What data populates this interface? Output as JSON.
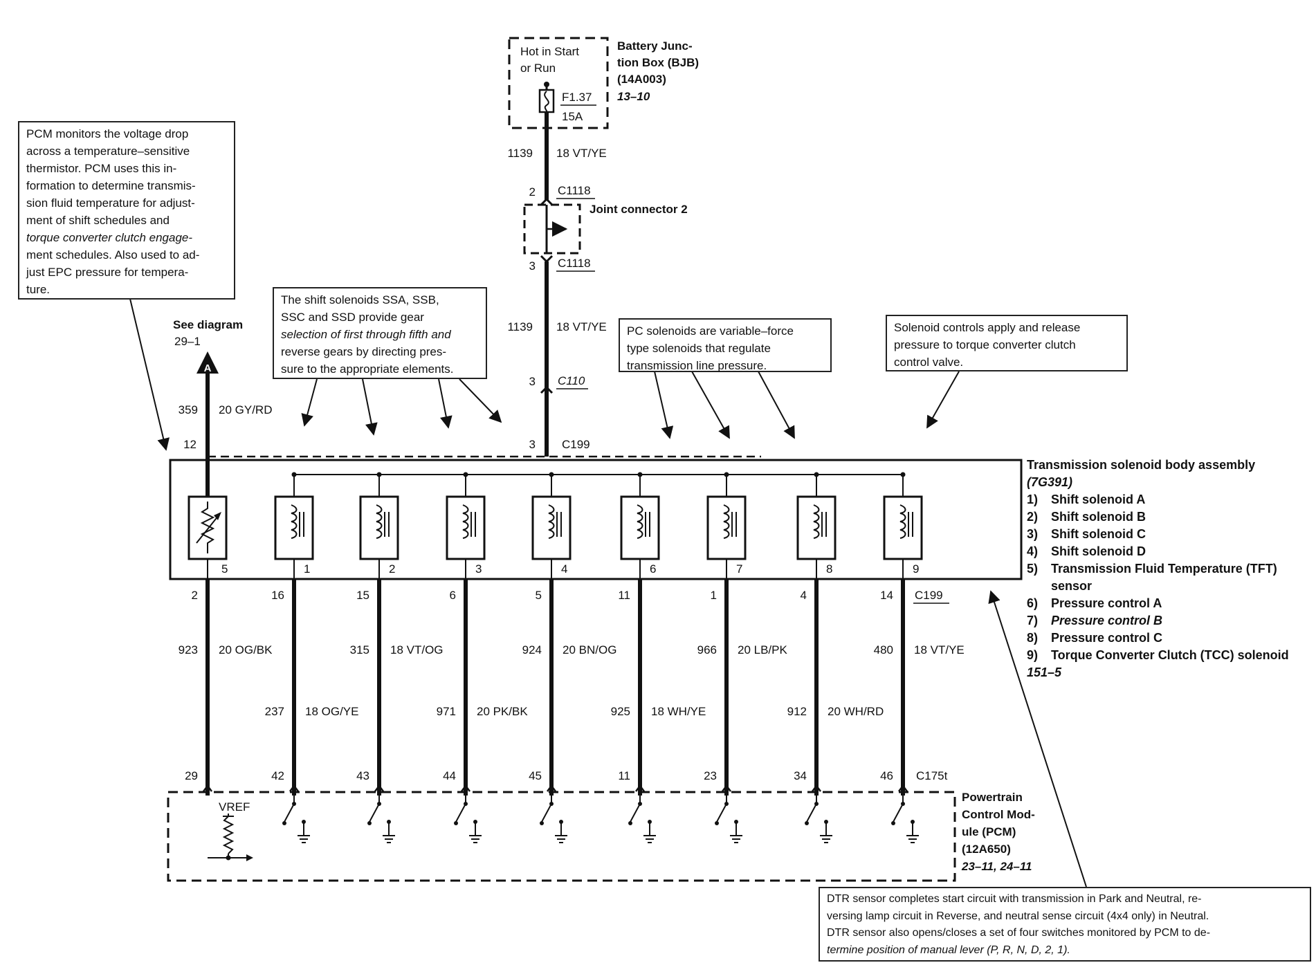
{
  "bjb": {
    "hot_line1": "Hot in Start",
    "hot_line2": "or Run",
    "fuse_id": "F1.37",
    "fuse_rating": "15A",
    "name_lines": [
      "Battery Junc-",
      "tion Box (BJB)",
      "(14A003)"
    ],
    "ref": "13–10"
  },
  "top_wire": {
    "circuit": "1139",
    "color": "18 VT/YE",
    "joint_top_pin": "2",
    "joint_top_conn": "C1118",
    "joint_label": "Joint connector 2",
    "joint_bottom_pin": "3",
    "joint_bottom_conn": "C1118",
    "mid_circuit": "1139",
    "mid_color": "18 VT/YE",
    "c110_pin": "3",
    "c110_conn": "C110",
    "c199_pin": "3",
    "c199_conn": "C199"
  },
  "see_diagram": {
    "line1": "See diagram",
    "line2": "29–1",
    "connector_letter": "A",
    "circuit": "359",
    "color": "20 GY/RD",
    "pin": "12"
  },
  "notes": {
    "pcm_tft": [
      "PCM monitors the voltage drop",
      "across a temperature–sensitive",
      "thermistor. PCM uses this in-",
      "formation to determine transmis-",
      "sion fluid temperature for adjust-",
      "ment of shift schedules and",
      "torque converter clutch engage-",
      "ment schedules. Also used to ad-",
      "just EPC pressure for tempera-",
      "ture."
    ],
    "shift": [
      "The shift solenoids SSA, SSB,",
      "SSC and SSD provide gear",
      "selection of first through fifth and",
      "reverse gears by directing pres-",
      "sure to the appropriate elements."
    ],
    "pc": [
      "PC solenoids are variable–force",
      "type solenoids that regulate",
      "transmission line pressure."
    ],
    "tcc": [
      "Solenoid controls apply and release",
      "pressure to torque converter clutch",
      "control valve."
    ],
    "dtr": [
      "DTR sensor completes start circuit with transmission in Park and Neutral, re-",
      "versing lamp circuit in Reverse, and neutral sense circuit (4x4 only) in Neutral.",
      "DTR sensor also opens/closes a set of four switches monitored by PCM to de-",
      "termine position of manual lever (P, R, N, D, 2, 1)."
    ]
  },
  "assembly": {
    "title": "Transmission solenoid body assembly",
    "part": "(7G391)",
    "items": [
      {
        "num": "1)",
        "label": "Shift solenoid A"
      },
      {
        "num": "2)",
        "label": "Shift solenoid B"
      },
      {
        "num": "3)",
        "label": "Shift solenoid C"
      },
      {
        "num": "4)",
        "label": "Shift solenoid D"
      },
      {
        "num": "5)",
        "label": "Transmission Fluid Temperature (TFT)"
      },
      {
        "num": "",
        "label": "sensor"
      },
      {
        "num": "6)",
        "label": "Pressure control A"
      },
      {
        "num": "7)",
        "label": "Pressure control B"
      },
      {
        "num": "8)",
        "label": "Pressure control C"
      },
      {
        "num": "9)",
        "label": "Torque Converter Clutch (TCC) solenoid"
      }
    ],
    "ref": "151–5"
  },
  "solenoids": [
    {
      "id": "5",
      "kind": "thermistor",
      "c199_pin": "2",
      "circuit": "923",
      "color": "20 OG/BK",
      "pcm_pin": "29"
    },
    {
      "id": "1",
      "kind": "coil",
      "c199_pin": "16",
      "circuit": "237",
      "color": "18 OG/YE",
      "pcm_pin": "42"
    },
    {
      "id": "2",
      "kind": "coil",
      "c199_pin": "15",
      "circuit": "315",
      "color": "18 VT/OG",
      "pcm_pin": "43"
    },
    {
      "id": "3",
      "kind": "coil",
      "c199_pin": "6",
      "circuit": "971",
      "color": "20 PK/BK",
      "pcm_pin": "44"
    },
    {
      "id": "4",
      "kind": "coil",
      "c199_pin": "5",
      "circuit": "924",
      "color": "20 BN/OG",
      "pcm_pin": "45"
    },
    {
      "id": "6",
      "kind": "coil",
      "c199_pin": "11",
      "circuit": "925",
      "color": "18 WH/YE",
      "pcm_pin": "11"
    },
    {
      "id": "7",
      "kind": "coil",
      "c199_pin": "1",
      "circuit": "966",
      "color": "20 LB/PK",
      "pcm_pin": "23"
    },
    {
      "id": "8",
      "kind": "coil",
      "c199_pin": "4",
      "circuit": "912",
      "color": "20 WH/RD",
      "pcm_pin": "34"
    },
    {
      "id": "9",
      "kind": "coil",
      "c199_pin": "14",
      "circuit": "480",
      "color": "18 VT/YE",
      "pcm_pin": "46"
    }
  ],
  "c199_bottom_conn": "C199",
  "pcm": {
    "conn": "C175t",
    "vref": "VREF",
    "name_lines": [
      "Powertrain",
      "Control Mod-",
      "ule (PCM)",
      "(12A650)"
    ],
    "ref": "23–11, 24–11"
  }
}
